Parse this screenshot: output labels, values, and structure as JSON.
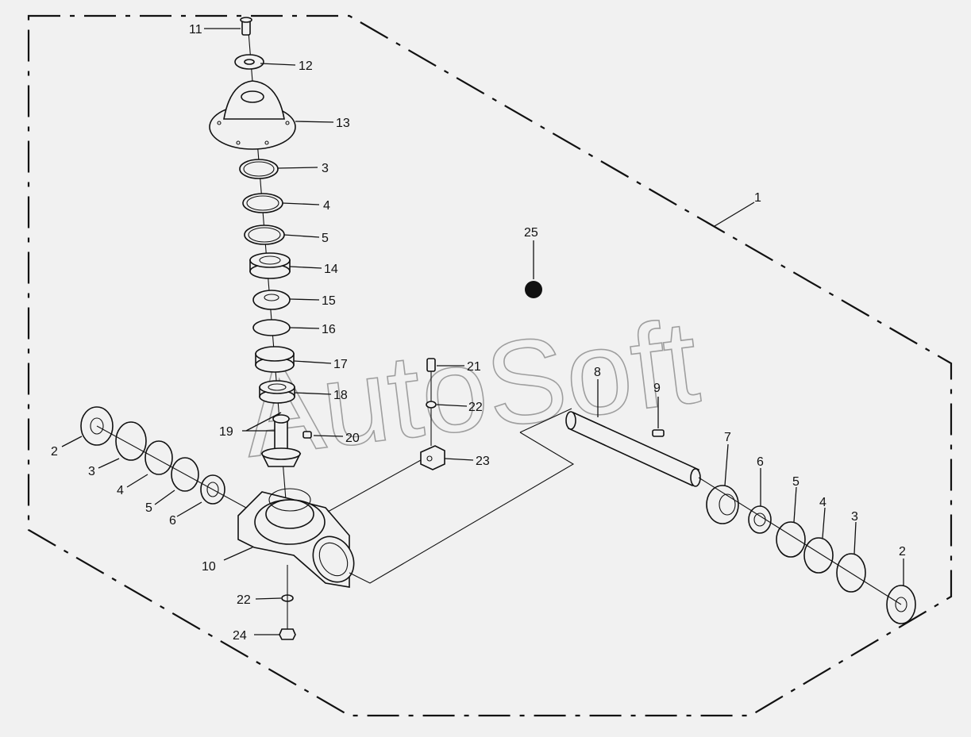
{
  "diagram": {
    "watermark": "AutoSoft",
    "labels": {
      "p1": "1",
      "p2a": "2",
      "p2b": "2",
      "p3a": "3",
      "p3b": "3",
      "p3c": "3",
      "p4a": "4",
      "p4b": "4",
      "p4c": "4",
      "p5a": "5",
      "p5b": "5",
      "p5c": "5",
      "p6a": "6",
      "p6b": "6",
      "p7": "7",
      "p8": "8",
      "p9": "9",
      "p10": "10",
      "p11": "11",
      "p12": "12",
      "p13": "13",
      "p14": "14",
      "p15": "15",
      "p16": "16",
      "p17": "17",
      "p18": "18",
      "p19": "19",
      "p20": "20",
      "p21": "21",
      "p22a": "22",
      "p22b": "22",
      "p23": "23",
      "p24": "24",
      "p25": "25"
    }
  }
}
